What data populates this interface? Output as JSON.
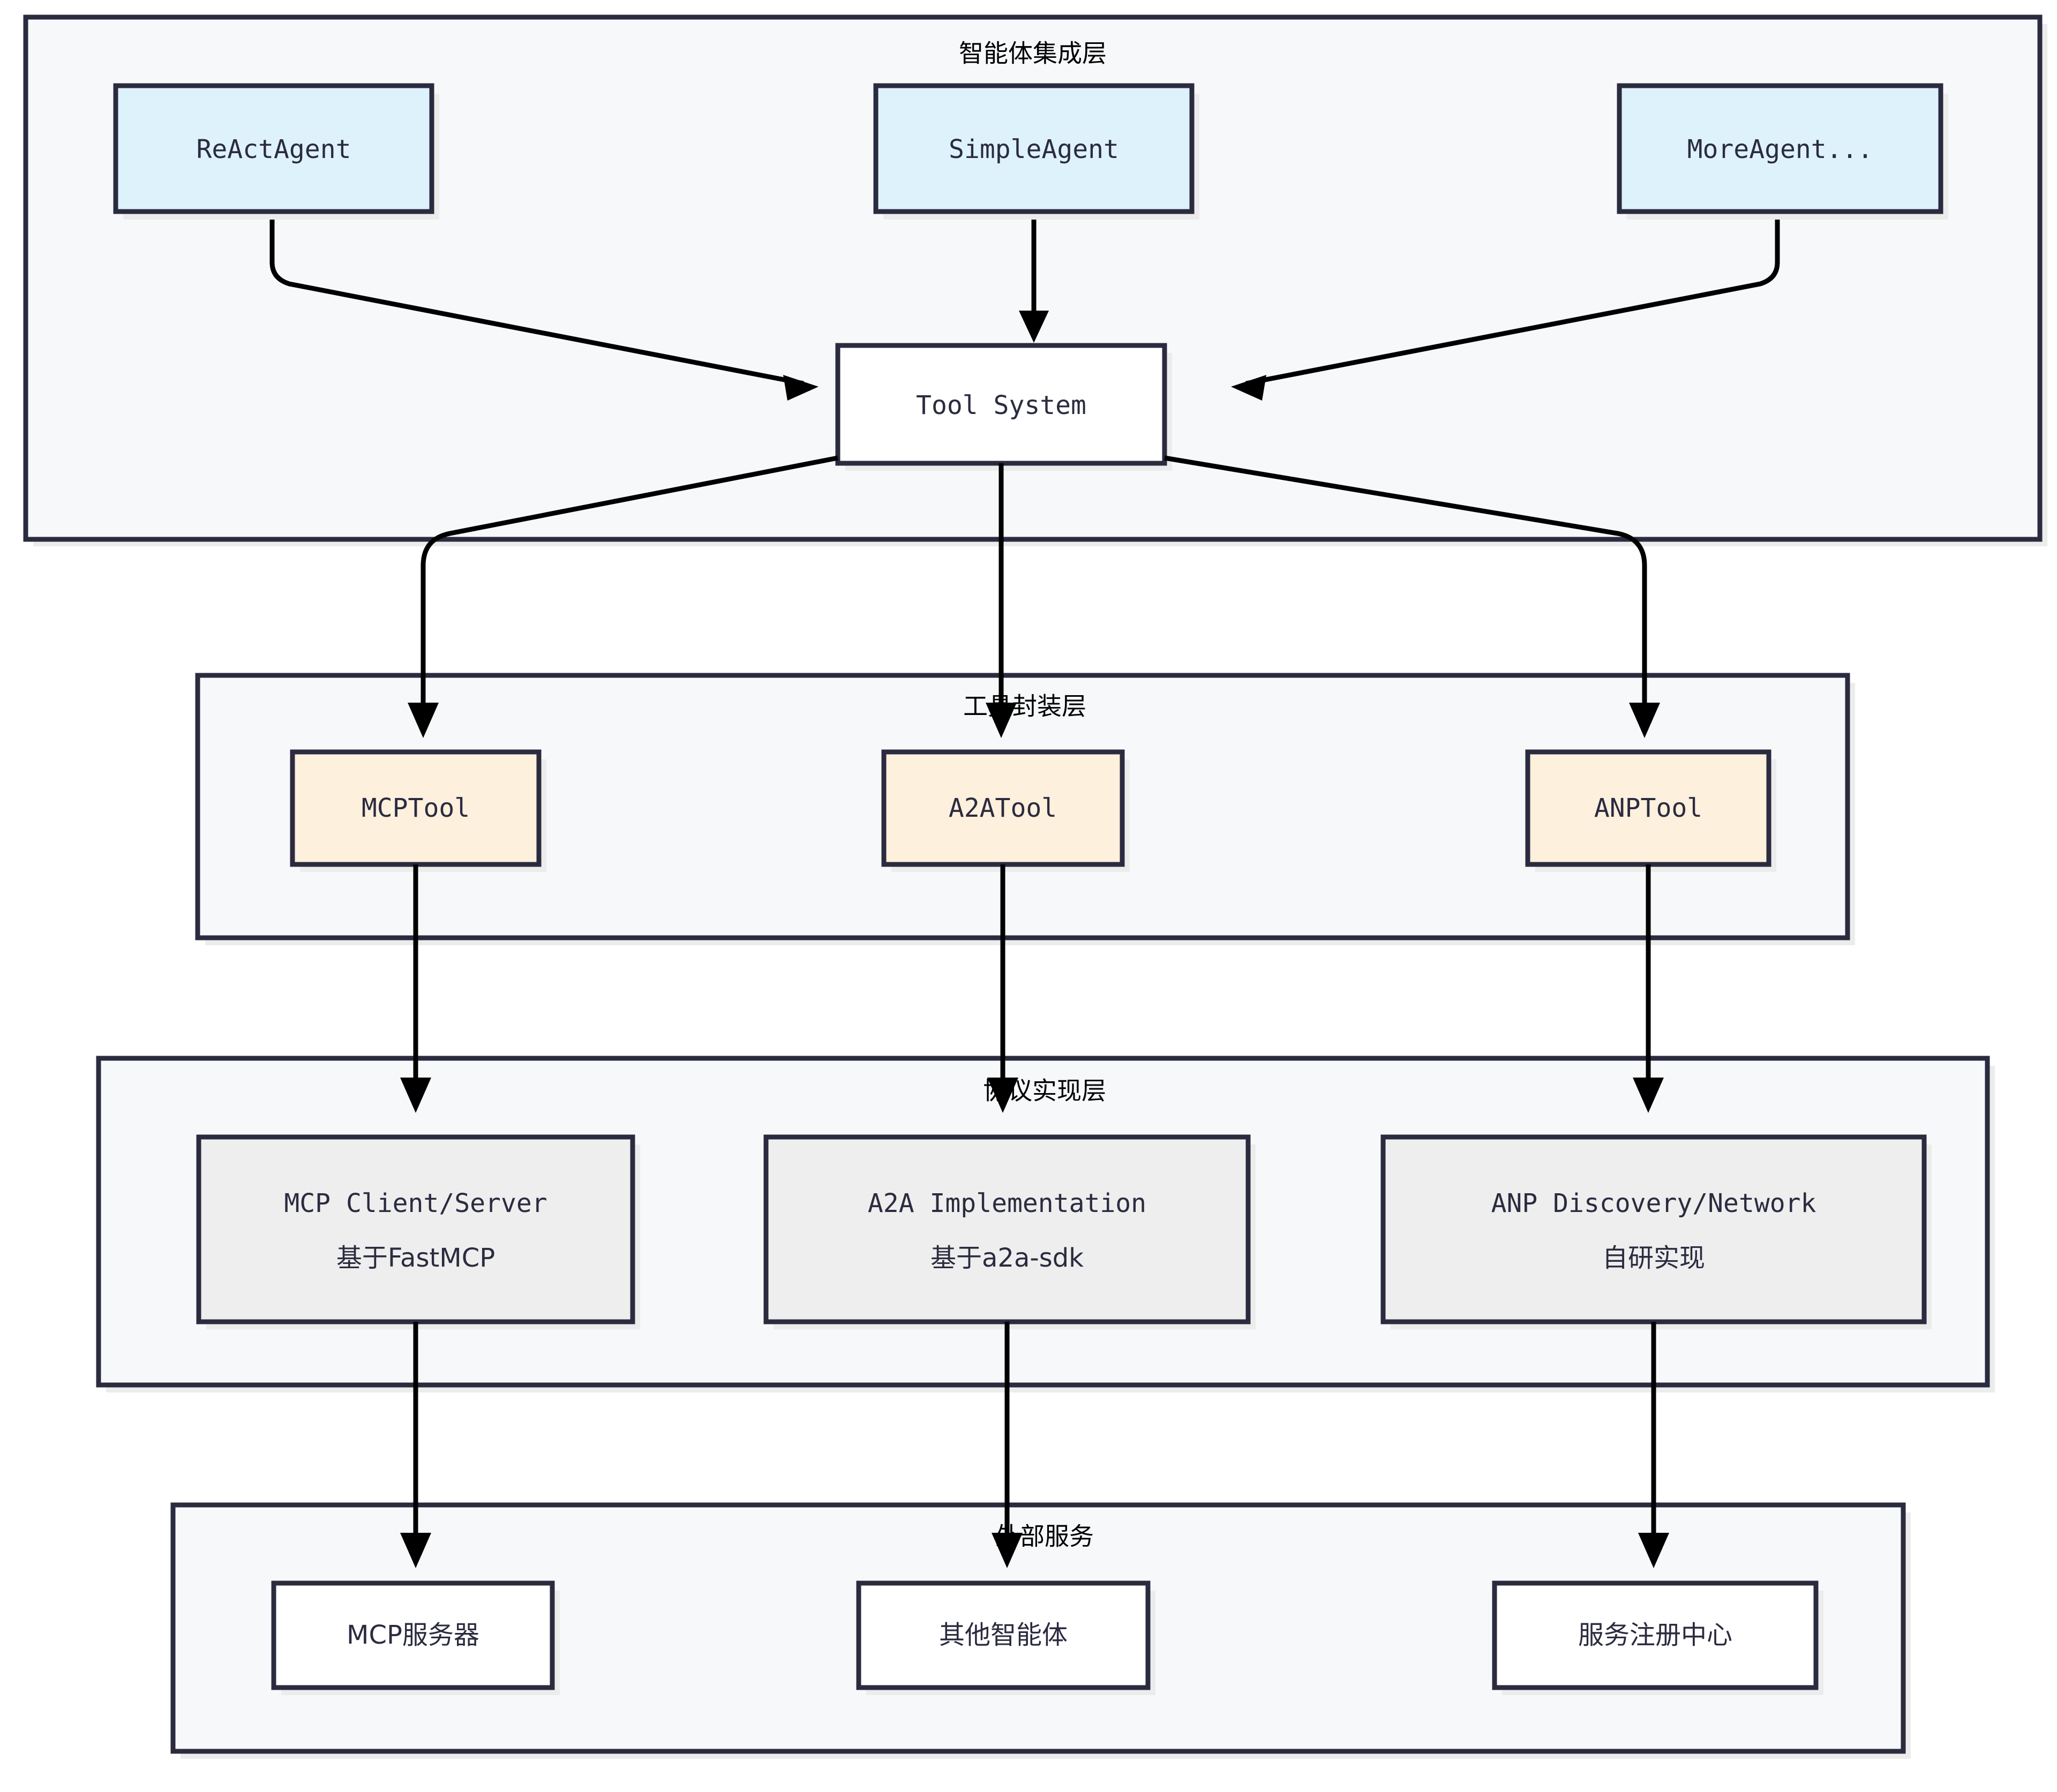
{
  "diagram": {
    "type": "layered-architecture-flowchart",
    "title_visible": false,
    "colors": {
      "agent_fill": "#DEF2FB",
      "tool_fill": "#FDF0DC",
      "impl_fill": "#EEEEEE",
      "plain_fill": "#FFFFFF",
      "cluster_fill": "#F7F8FA",
      "border": "#2B2B40",
      "edge": "#000000",
      "shadow": "#ECECEC"
    }
  },
  "layers": [
    {
      "id": "agent-layer",
      "label": "智能体集成层",
      "nodes": [
        {
          "id": "react-agent",
          "label": "ReActAgent"
        },
        {
          "id": "simple-agent",
          "label": "SimpleAgent"
        },
        {
          "id": "more-agent",
          "label": "MoreAgent..."
        },
        {
          "id": "tool-system",
          "label": "Tool System"
        }
      ]
    },
    {
      "id": "wrapper-layer",
      "label": "工具封装层",
      "nodes": [
        {
          "id": "mcp-tool",
          "label": "MCPTool"
        },
        {
          "id": "a2a-tool",
          "label": "A2ATool"
        },
        {
          "id": "anp-tool",
          "label": "ANPTool"
        }
      ]
    },
    {
      "id": "protocol-layer",
      "label": "协议实现层",
      "nodes": [
        {
          "id": "mcp-impl",
          "label_line1": "MCP Client/Server",
          "label_line2": "基于FastMCP"
        },
        {
          "id": "a2a-impl",
          "label_line1": "A2A Implementation",
          "label_line2": "基于a2a-sdk"
        },
        {
          "id": "anp-impl",
          "label_line1": "ANP Discovery/Network",
          "label_line2": "自研实现"
        }
      ]
    },
    {
      "id": "external-layer",
      "label": "外部服务",
      "nodes": [
        {
          "id": "mcp-server",
          "label": "MCP服务器"
        },
        {
          "id": "other-agents",
          "label": "其他智能体"
        },
        {
          "id": "registry",
          "label": "服务注册中心"
        }
      ]
    }
  ],
  "edges": [
    {
      "from": "react-agent",
      "to": "tool-system",
      "arrow": "end"
    },
    {
      "from": "simple-agent",
      "to": "tool-system",
      "arrow": "end"
    },
    {
      "from": "more-agent",
      "to": "tool-system",
      "arrow": "end"
    },
    {
      "from": "tool-system",
      "to": "mcp-tool",
      "arrow": "end"
    },
    {
      "from": "tool-system",
      "to": "a2a-tool",
      "arrow": "end"
    },
    {
      "from": "tool-system",
      "to": "anp-tool",
      "arrow": "end"
    },
    {
      "from": "mcp-tool",
      "to": "mcp-impl",
      "arrow": "end"
    },
    {
      "from": "a2a-tool",
      "to": "a2a-impl",
      "arrow": "end"
    },
    {
      "from": "anp-tool",
      "to": "anp-impl",
      "arrow": "end"
    },
    {
      "from": "mcp-impl",
      "to": "mcp-server",
      "arrow": "end"
    },
    {
      "from": "a2a-impl",
      "to": "other-agents",
      "arrow": "end"
    },
    {
      "from": "anp-impl",
      "to": "registry",
      "arrow": "end"
    }
  ]
}
